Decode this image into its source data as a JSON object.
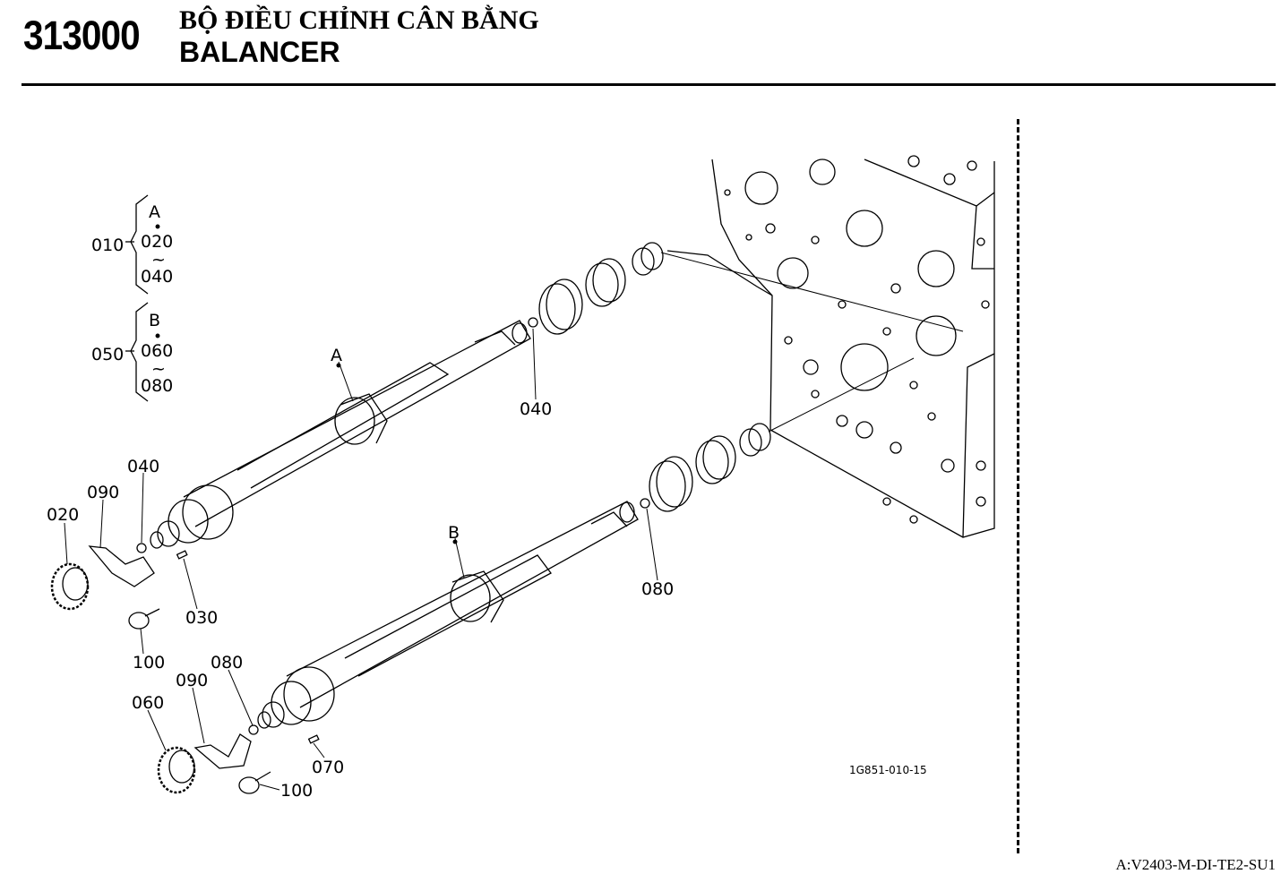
{
  "header": {
    "code": "313000",
    "title_vi": "BỘ ĐIỀU CHỈNH CÂN BẰNG",
    "title_en": "BALANCER"
  },
  "diagram": {
    "figure_id": "1G851-010-15",
    "group_a": {
      "ref": "010",
      "letter": "A",
      "from": "020",
      "tilde": "~",
      "to": "040"
    },
    "group_b": {
      "ref": "050",
      "letter": "B",
      "from": "060",
      "tilde": "~",
      "to": "080"
    },
    "callouts": {
      "shaft_a": "A",
      "shaft_b": "B",
      "p040_bushing": "040",
      "p040_ball": "040",
      "p090_a": "090",
      "p020": "020",
      "p030": "030",
      "p100_a": "100",
      "p080_bushing": "080",
      "p080_ball": "080",
      "p090_b": "090",
      "p060": "060",
      "p070": "070",
      "p100_b": "100"
    }
  },
  "footer": {
    "doc_ref": "A:V2403-M-DI-TE2-SU1"
  }
}
